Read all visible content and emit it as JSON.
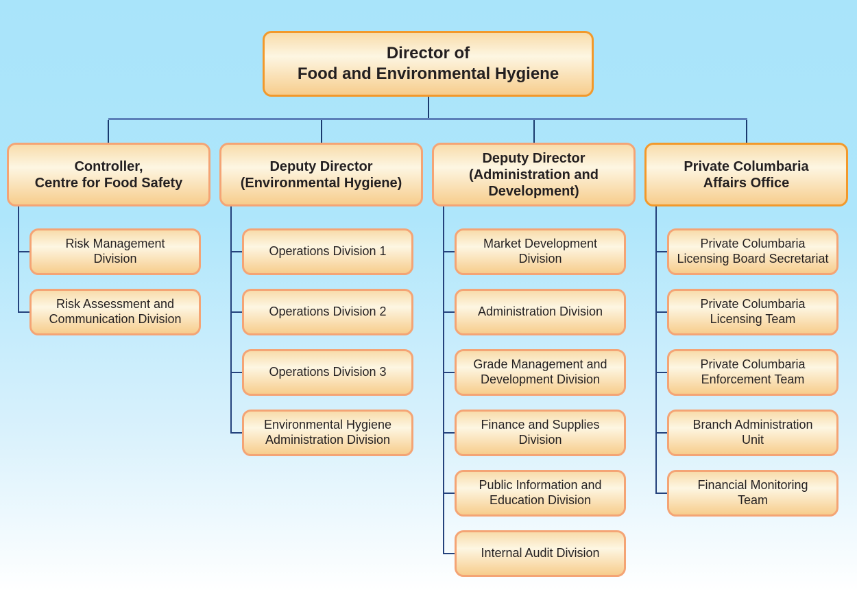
{
  "root": {
    "label": "Director of\nFood and Environmental Hygiene"
  },
  "branches": [
    {
      "label": "Controller,\nCentre for Food Safety",
      "children": [
        "Risk Management\nDivision",
        "Risk Assessment and\nCommunication Division"
      ]
    },
    {
      "label": "Deputy Director\n(Environmental Hygiene)",
      "children": [
        "Operations Division 1",
        "Operations Division 2",
        "Operations Division 3",
        "Environmental Hygiene\nAdministration Division"
      ]
    },
    {
      "label": "Deputy Director\n(Administration and\nDevelopment)",
      "children": [
        "Market Development\nDivision",
        "Administration Division",
        "Grade Management and\nDevelopment Division",
        "Finance and Supplies\nDivision",
        "Public Information and\nEducation Division",
        "Internal Audit Division"
      ]
    },
    {
      "label": "Private Columbaria\nAffairs Office",
      "children": [
        "Private Columbaria\nLicensing Board Secretariat",
        "Private Columbaria\nLicensing Team",
        "Private Columbaria\nEnforcement Team",
        "Branch Administration\nUnit",
        "Financial Monitoring\nTeam"
      ]
    }
  ],
  "colors": {
    "background_top": "#a9e4fa",
    "background_bottom": "#ffffff",
    "border_orange": "#f2992b",
    "border_salmon": "#f4a475",
    "fill_top": "#f8dcab",
    "fill_mid": "#fdf6e2",
    "fill_bottom": "#f7cd8d",
    "connector_dark": "#1a3a6e",
    "connector_bus": "#5b7fb8",
    "connector_rail": "#24427c",
    "text": "#231f20"
  }
}
